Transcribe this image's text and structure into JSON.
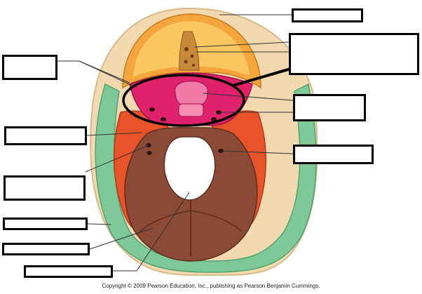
{
  "colors": {
    "background": "#ffffff",
    "frontal_bone": "#f4a63c",
    "frontal_highlight": "#fbd06a",
    "parietal_ring": "#7ec89a",
    "sphenoid": "#e0226b",
    "temporal": "#e8532a",
    "occipital": "#8b4a36",
    "skull_rim": "#f3d9b0",
    "blank_box_border": "#000000",
    "leader_line": "#333333"
  },
  "label_boxes": [
    {
      "id": "label-box-1",
      "text": ""
    },
    {
      "id": "label-box-2",
      "text": ""
    },
    {
      "id": "label-box-3",
      "text": ""
    },
    {
      "id": "label-box-4",
      "text": ""
    },
    {
      "id": "label-box-5",
      "text": ""
    },
    {
      "id": "label-box-6",
      "text": ""
    },
    {
      "id": "label-box-7",
      "text": ""
    },
    {
      "id": "label-box-8",
      "text": ""
    },
    {
      "id": "label-box-9",
      "text": ""
    },
    {
      "id": "label-box-10",
      "text": ""
    },
    {
      "id": "label-box-11",
      "text": ""
    }
  ],
  "copyright": "Copyright © 2009 Pearson Education, Inc., publishing as Pearson Benjamin Cummings."
}
